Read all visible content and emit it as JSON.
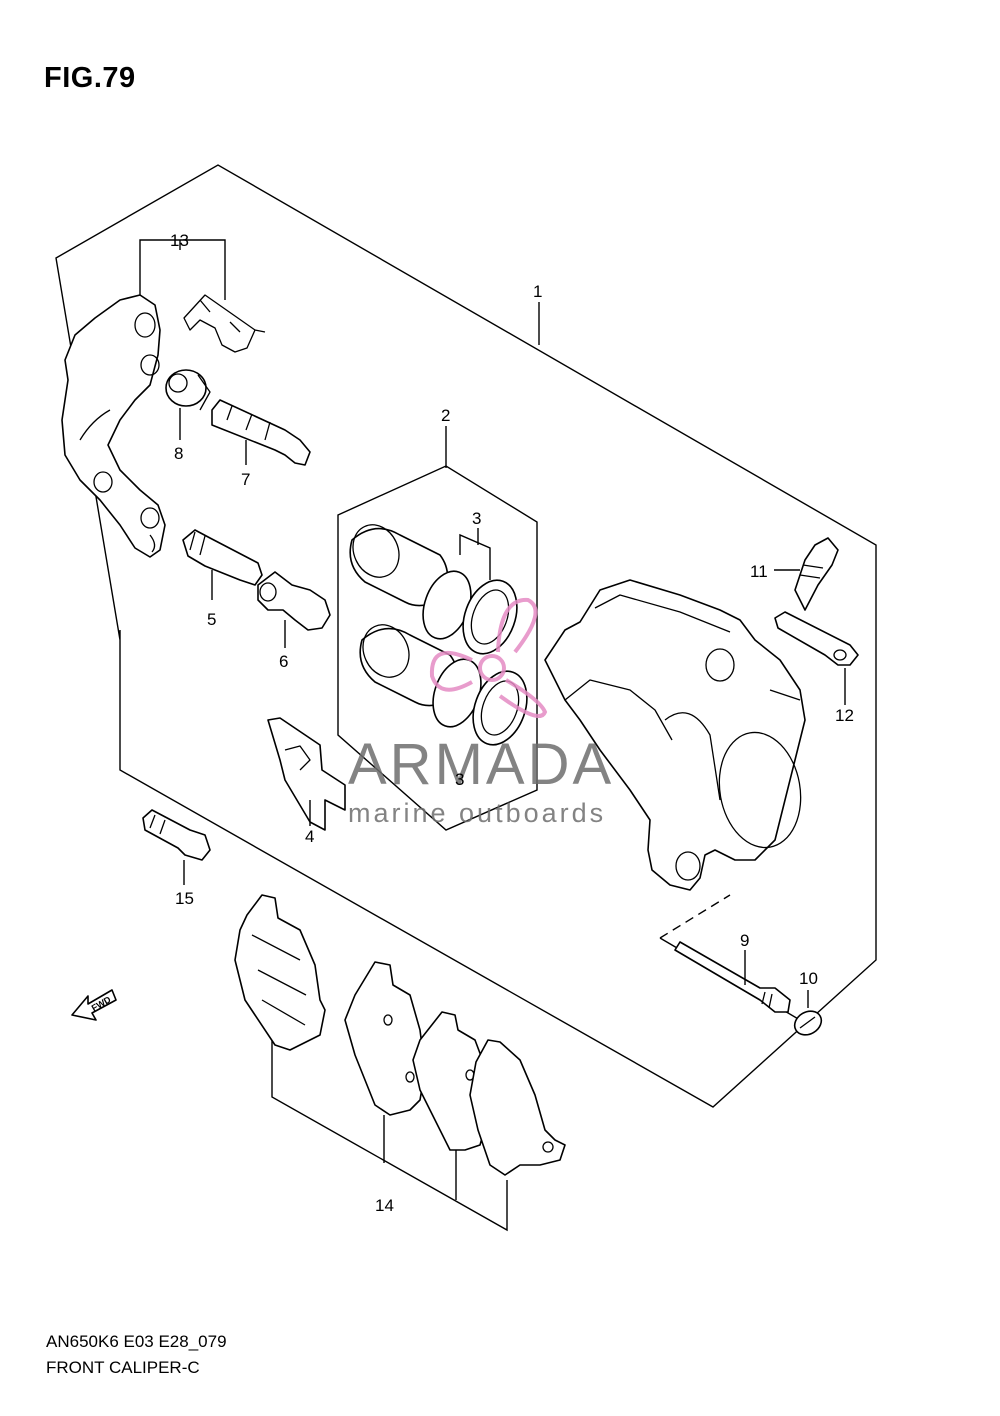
{
  "figure": {
    "title": "FIG.79",
    "model_code": "AN650K6 E03 E28_079",
    "assembly_name": "FRONT CALIPER-C"
  },
  "callouts": [
    {
      "id": "c1",
      "label": "1"
    },
    {
      "id": "c2",
      "label": "2"
    },
    {
      "id": "c3a",
      "label": "3"
    },
    {
      "id": "c3b",
      "label": "3"
    },
    {
      "id": "c4",
      "label": "4"
    },
    {
      "id": "c5",
      "label": "5"
    },
    {
      "id": "c6",
      "label": "6"
    },
    {
      "id": "c7",
      "label": "7"
    },
    {
      "id": "c8",
      "label": "8"
    },
    {
      "id": "c9",
      "label": "9"
    },
    {
      "id": "c10",
      "label": "10"
    },
    {
      "id": "c11",
      "label": "11"
    },
    {
      "id": "c12",
      "label": "12"
    },
    {
      "id": "c13",
      "label": "13"
    },
    {
      "id": "c14",
      "label": "14"
    },
    {
      "id": "c15",
      "label": "15"
    }
  ],
  "direction_marker": {
    "label": "FWD"
  },
  "watermark": {
    "brand": "ARMADA",
    "tagline": "marine outboards",
    "logo_color": "#e58bc4",
    "text_color": "#6e6e6e"
  }
}
